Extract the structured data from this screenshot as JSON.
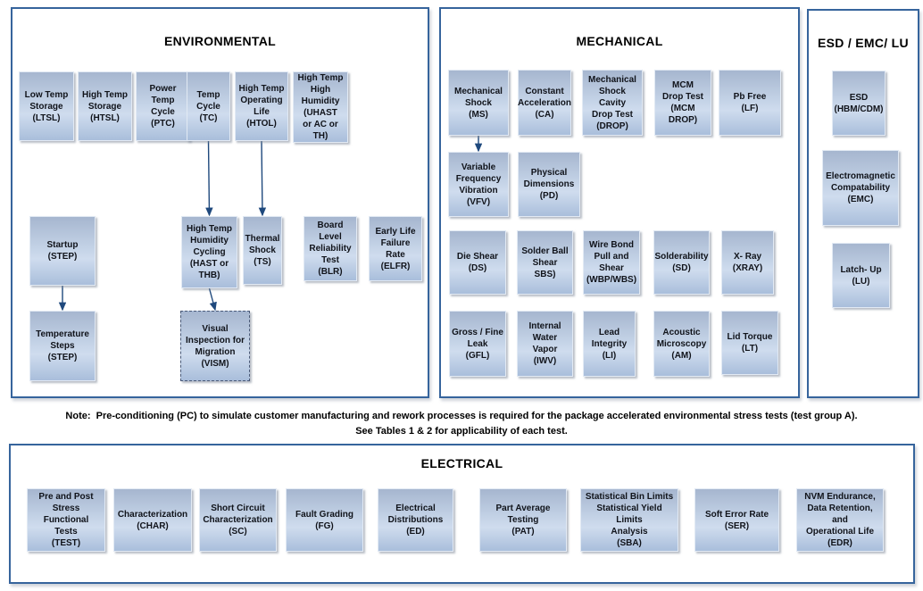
{
  "sections": [
    {
      "id": "environmental",
      "title": "ENVIRONMENTAL",
      "boxes": [
        {
          "id": "ltsl",
          "label": "Low Temp\nStorage\n(LTSL)"
        },
        {
          "id": "htsl",
          "label": "High Temp\nStorage\n(HTSL)"
        },
        {
          "id": "ptc",
          "label": "Power\nTemp\nCycle\n(PTC)"
        },
        {
          "id": "tc",
          "label": "Temp\nCycle\n(TC)"
        },
        {
          "id": "htol",
          "label": "High Temp\nOperating\nLife\n(HTOL)"
        },
        {
          "id": "uhast",
          "label": "High Temp\nHigh\nHumidity\n(UHAST\nor AC or TH)"
        },
        {
          "id": "startup",
          "label": "Startup\n(STEP)"
        },
        {
          "id": "hast_thb",
          "label": "High Temp\nHumidity\nCycling\n(HAST or\nTHB)"
        },
        {
          "id": "ts",
          "label": "Thermal\nShock\n(TS)"
        },
        {
          "id": "blr",
          "label": "Board Level\nReliability\nTest\n(BLR)"
        },
        {
          "id": "elfr",
          "label": "Early Life\nFailure\nRate\n(ELFR)"
        },
        {
          "id": "temp_steps",
          "label": "Temperature\nSteps\n(STEP)"
        },
        {
          "id": "vism",
          "label": "Visual\nInspection for\nMigration\n(VISM)",
          "border": "dashed"
        }
      ]
    },
    {
      "id": "mechanical",
      "title": "MECHANICAL",
      "boxes": [
        {
          "id": "ms",
          "label": "Mechanical\nShock\n(MS)"
        },
        {
          "id": "ca",
          "label": "Constant\nAcceleration\n(CA)"
        },
        {
          "id": "drop",
          "label": "Mechanical\nShock Cavity\nDrop Test\n(DROP)"
        },
        {
          "id": "mcm_drop",
          "label": "MCM\nDrop Test\n(MCM DROP)"
        },
        {
          "id": "lf",
          "label": "Pb Free\n(LF)"
        },
        {
          "id": "vfv",
          "label": "Variable\nFrequency\nVibration\n(VFV)"
        },
        {
          "id": "pd",
          "label": "Physical\nDimensions\n(PD)"
        },
        {
          "id": "ds",
          "label": "Die Shear\n(DS)"
        },
        {
          "id": "sbs",
          "label": "Solder Ball\nShear\nSBS)"
        },
        {
          "id": "wbp_wbs",
          "label": "Wire Bond\nPull and\nShear\n(WBP/WBS)"
        },
        {
          "id": "sd",
          "label": "Solderability\n(SD)"
        },
        {
          "id": "xray",
          "label": "X- Ray\n(XRAY)"
        },
        {
          "id": "gfl",
          "label": "Gross / Fine\nLeak\n(GFL)"
        },
        {
          "id": "iwv",
          "label": "Internal\nWater\nVapor\n(IWV)"
        },
        {
          "id": "li",
          "label": "Lead\nIntegrity\n(LI)"
        },
        {
          "id": "am",
          "label": "Acoustic\nMicroscopy\n(AM)"
        },
        {
          "id": "lt",
          "label": "Lid Torque\n(LT)"
        }
      ]
    },
    {
      "id": "esd_emc_lu",
      "title": "ESD / EMC/ LU",
      "boxes": [
        {
          "id": "esd",
          "label": "ESD\n(HBM/CDM)"
        },
        {
          "id": "emc",
          "label": "Electromagnetic\nCompatability\n(EMC)"
        },
        {
          "id": "lu",
          "label": "Latch- Up\n(LU)"
        }
      ]
    },
    {
      "id": "electrical",
      "title": "ELECTRICAL",
      "boxes": [
        {
          "id": "test",
          "label": "Pre and Post\nStress Functional\nTests\n(TEST)"
        },
        {
          "id": "char",
          "label": "Characterization\n(CHAR)"
        },
        {
          "id": "sc",
          "label": "Short Circuit\nCharacterization\n(SC)"
        },
        {
          "id": "fg",
          "label": "Fault Grading\n(FG)"
        },
        {
          "id": "ed",
          "label": "Electrical\nDistributions\n(ED)"
        },
        {
          "id": "pat",
          "label": "Part Average Testing\n(PAT)"
        },
        {
          "id": "sba",
          "label": "Statistical Bin Limits\nStatistical Yield Limits\nAnalysis\n(SBA)"
        },
        {
          "id": "ser",
          "label": "Soft Error Rate\n(SER)"
        },
        {
          "id": "edr",
          "label": "NVM Endurance,\nData Retention, and\nOperational Life\n(EDR)"
        }
      ]
    }
  ],
  "note": {
    "line1": "Note:  Pre-conditioning (PC) to simulate customer manufacturing and rework processes is required for the package accelerated environmental stress tests (test group A).",
    "line2": "See Tables 1 & 2 for applicability of each test."
  },
  "connections": [
    {
      "from": "tc",
      "to": "hast_thb"
    },
    {
      "from": "htol",
      "to": "ts"
    },
    {
      "from": "startup",
      "to": "temp_steps"
    },
    {
      "from": "hast_thb",
      "to": "vism"
    },
    {
      "from": "ms",
      "to": "vfv"
    }
  ],
  "colors": {
    "arrow": "#1F497D",
    "section_border": "#36649C",
    "box_fill_top": "#A6B6CF",
    "box_fill_bottom": "#A9BEDB"
  }
}
